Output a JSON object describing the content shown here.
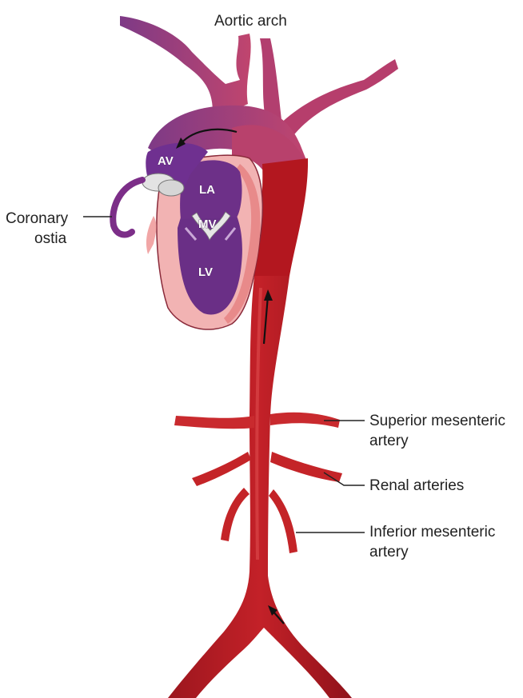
{
  "labels": {
    "aortic_arch": "Aortic arch",
    "coronary_ostia_line1": "Coronary",
    "coronary_ostia_line2": "ostia",
    "superior_mesenteric_line1": "Superior mesenteric",
    "superior_mesenteric_line2": "artery",
    "renal_arteries": "Renal arteries",
    "inferior_mesenteric_line1": "Inferior mesenteric",
    "inferior_mesenteric_line2": "artery"
  },
  "heart_labels": {
    "av": "AV",
    "la": "LA",
    "mv": "MV",
    "lv": "LV"
  },
  "colors": {
    "oxygenated_red": "#c8262b",
    "dark_aorta": "#a51a22",
    "arch_magenta": "#b0406f",
    "heart_purple": "#6a2f86",
    "heart_wall_pink": "#f2b3b3",
    "valve_grey": "#d9d9d9"
  }
}
